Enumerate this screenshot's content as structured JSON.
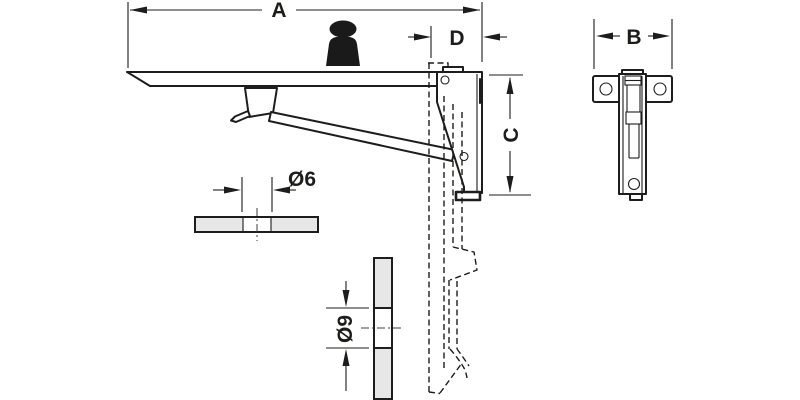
{
  "drawing": {
    "colors": {
      "line": "#1d1d1b",
      "gray_fill": "#e7e7e7",
      "background": "#ffffff",
      "weight_fill": "#1a1a1a"
    },
    "dimensions": {
      "a": {
        "label": "A"
      },
      "b": {
        "label": "B"
      },
      "c": {
        "label": "C"
      },
      "d": {
        "label": "D"
      },
      "hole_top_view": {
        "label": "Ø6"
      },
      "hole_side_view": {
        "label": "Ø9"
      }
    }
  }
}
